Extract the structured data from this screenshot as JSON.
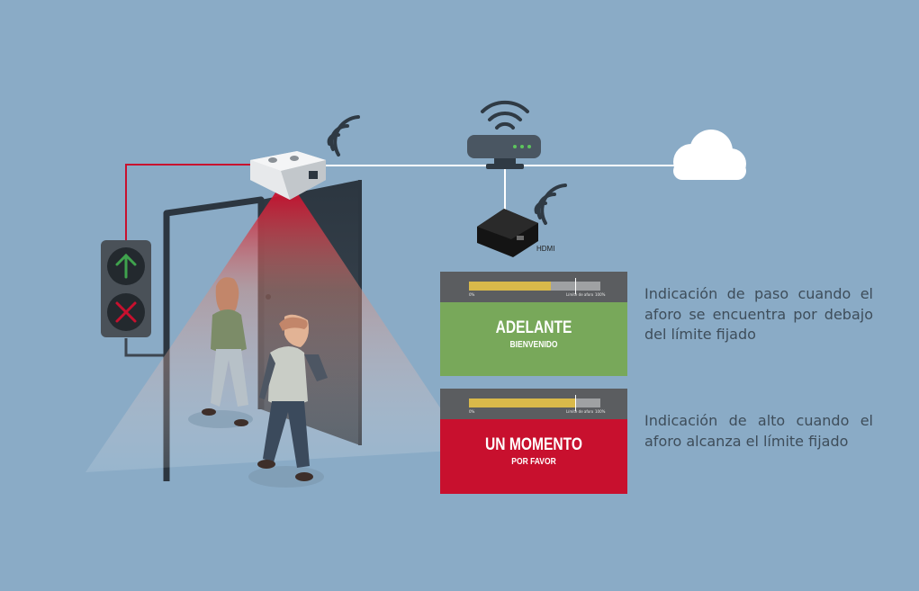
{
  "device_label": "HDMI",
  "panel_go": {
    "tick_min": "0%",
    "tick_limit": "Límite de aforo",
    "tick_max": "100%",
    "fill_fraction": 0.62,
    "limit_fraction": 0.81,
    "title": "ADELANTE",
    "subtitle": "BIENVENIDO",
    "color": "#78a85a"
  },
  "panel_stop": {
    "tick_min": "0%",
    "tick_limit": "Límite de aforo",
    "tick_max": "100%",
    "fill_fraction": 0.81,
    "limit_fraction": 0.81,
    "title": "UN MOMENTO",
    "subtitle": "POR FAVOR",
    "color": "#c8102e"
  },
  "descriptions": {
    "go": "Indicación de paso cuando el aforo se encuentra por debajo del límite fijado",
    "stop": "Indicación de alto cuando el aforo alcanza el límite fijado"
  },
  "colors": {
    "background": "#8aabc6",
    "traffic_light_go": "#3fa34d",
    "traffic_light_stop": "#c8102e",
    "wire_red": "#c8102e",
    "wire_white": "#ffffff"
  },
  "icons": [
    "traffic-light-icon",
    "sensor-device-icon",
    "wifi-icon",
    "router-icon",
    "cloud-icon",
    "media-player-icon",
    "door-icon",
    "person-icon"
  ]
}
